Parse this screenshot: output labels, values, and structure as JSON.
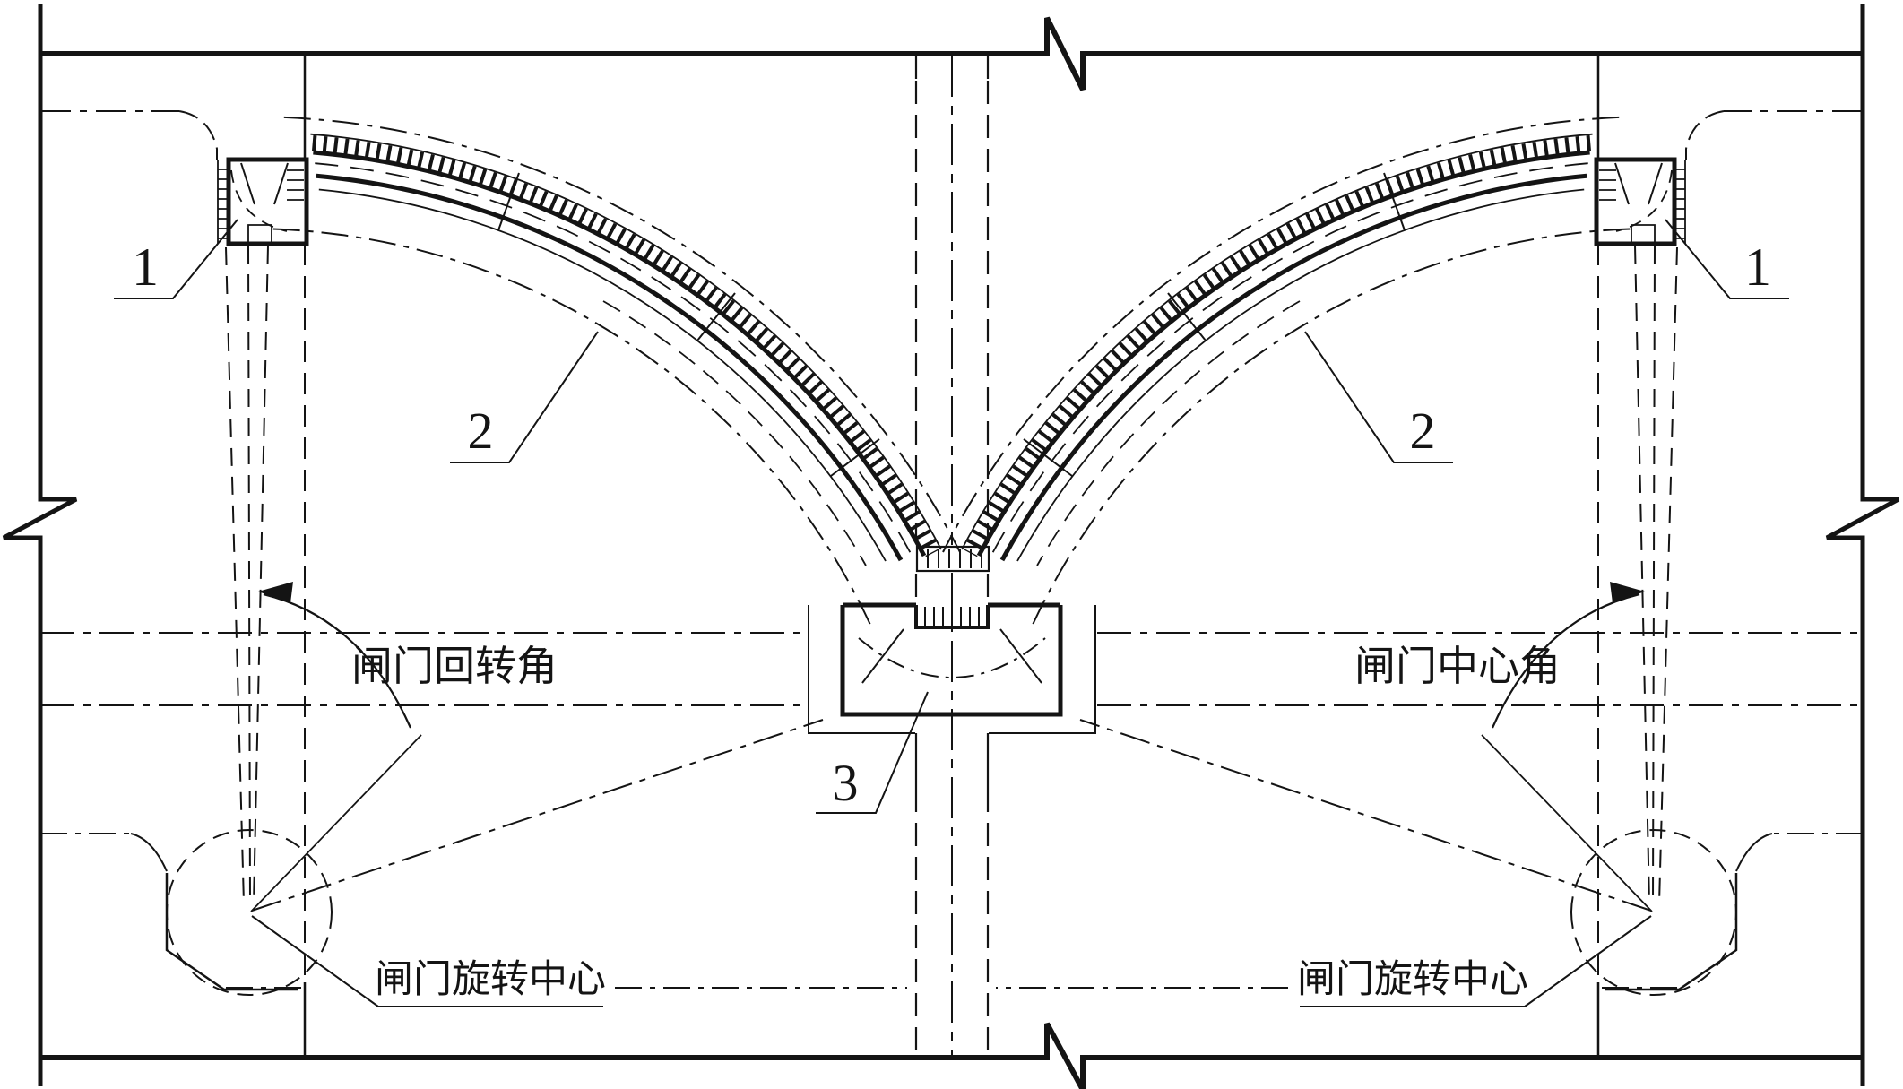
{
  "figure": {
    "background": "#ffffff",
    "line_color": "#141414",
    "callouts": {
      "recess_left": "1",
      "recess_right": "1",
      "gate_left": "2",
      "gate_right": "2",
      "pier": "3"
    },
    "labels": {
      "swing_angle": "闸门回转角",
      "center_angle": "闸门中心角",
      "rotation_center_left": "闸门旋转中心",
      "rotation_center_right": "闸门旋转中心"
    }
  }
}
